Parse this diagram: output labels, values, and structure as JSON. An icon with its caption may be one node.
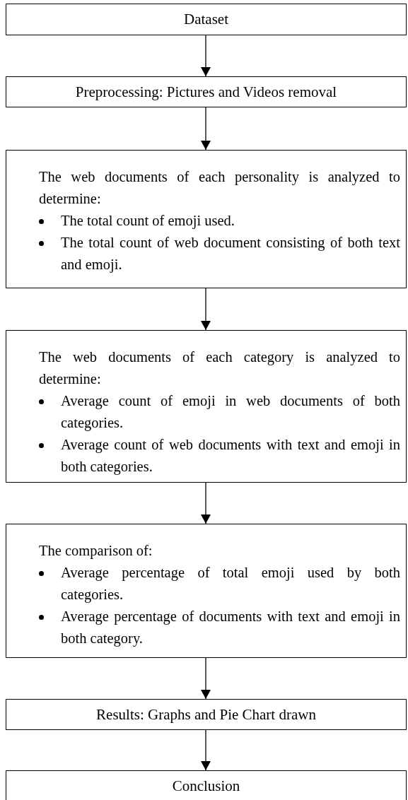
{
  "diagram": {
    "nodes": [
      {
        "text": [
          "Dataset"
        ]
      },
      {
        "text": [
          "Preprocessing: Pictures and Videos removal"
        ]
      },
      {
        "text": [
          "The web documents of each personality is analyzed to determine:",
          "The total count of emoji used.",
          "The total count of web document consisting of both text and emoji."
        ]
      },
      {
        "text": [
          "The web documents of each category is analyzed to determine:",
          "Average count of emoji in web documents of both categories.",
          "Average count of web documents with text and emoji in both categories."
        ]
      },
      {
        "text": [
          "The comparison of:",
          "Average percentage of total emoji used by both categories.",
          "Average percentage of documents with text and emoji in both category."
        ]
      },
      {
        "text": [
          "Results: Graphs and Pie Chart drawn"
        ]
      },
      {
        "text": [
          "Conclusion"
        ]
      }
    ],
    "edges": [
      {
        "from": 0,
        "to": 1,
        "arrow": "to"
      },
      {
        "from": 1,
        "to": 2,
        "arrow": "to"
      },
      {
        "from": 2,
        "to": 3,
        "arrow": "to"
      },
      {
        "from": 3,
        "to": 4,
        "arrow": "to"
      },
      {
        "from": 4,
        "to": 5,
        "arrow": "to"
      },
      {
        "from": 5,
        "to": 6,
        "arrow": "to"
      }
    ]
  }
}
